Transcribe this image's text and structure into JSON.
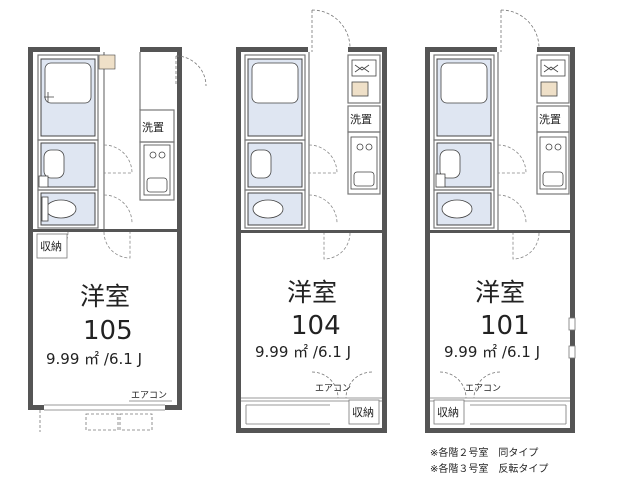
{
  "units": [
    {
      "id": "u105",
      "room_type": "洋室",
      "number": "105",
      "area": "9.99 ㎡ /6.1 J",
      "storage": "収納",
      "washer": "洗置",
      "aircon": "エアコン"
    },
    {
      "id": "u104",
      "room_type": "洋室",
      "number": "104",
      "area": "9.99 ㎡ /6.1 J",
      "storage": "収納",
      "washer": "洗置",
      "aircon": "エアコン"
    },
    {
      "id": "u101",
      "room_type": "洋室",
      "number": "101",
      "area": "9.99 ㎡ /6.1 J",
      "storage": "収納",
      "washer": "洗置",
      "aircon": "エアコン"
    }
  ],
  "notes": {
    "line1": "※各階２号室　同タイプ",
    "line2": "※各階３号室　反転タイプ"
  },
  "colors": {
    "wall": "#555555",
    "fixture_fill": "#dfe6f2",
    "fixture_stroke": "#444444",
    "door": "#777777"
  }
}
